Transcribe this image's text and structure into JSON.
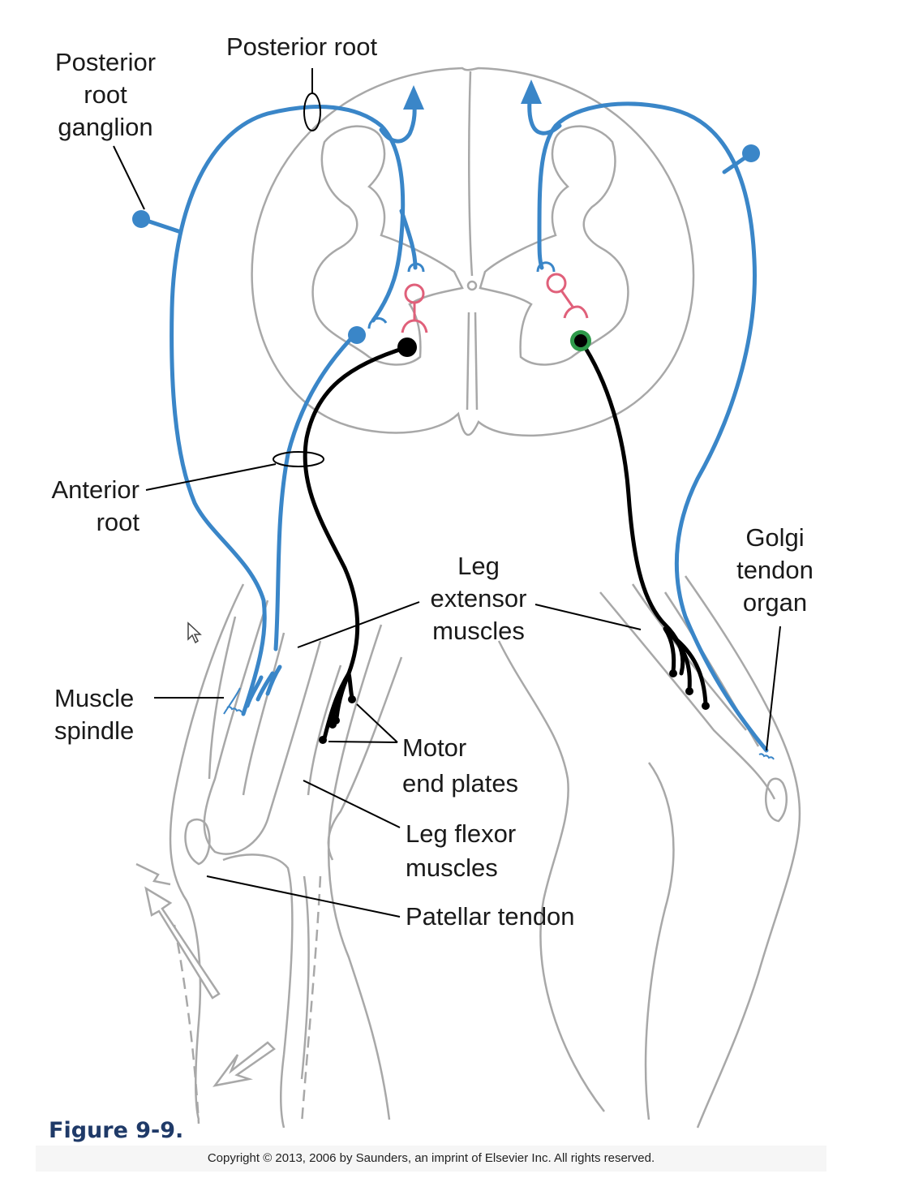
{
  "labels": {
    "posterior_root": "Posterior root",
    "posterior_root_ganglion": [
      "Posterior",
      "root",
      "ganglion"
    ],
    "anterior_root": [
      "Anterior",
      "root"
    ],
    "leg_extensor_muscles": [
      "Leg",
      "extensor",
      "muscles"
    ],
    "golgi_tendon_organ": [
      "Golgi",
      "tendon",
      "organ"
    ],
    "muscle_spindle": [
      "Muscle",
      "spindle"
    ],
    "motor_end_plates": [
      "Motor",
      "end plates"
    ],
    "leg_flexor_muscles": [
      "Leg flexor",
      "muscles"
    ],
    "patellar_tendon": "Patellar tendon"
  },
  "caption": "Figure 9-9.",
  "copyright": "Copyright © 2013, 2006 by Saunders, an imprint of Elsevier Inc. All rights reserved.",
  "colors": {
    "sensory_neuron": "#3a86c8",
    "motor_neuron": "#000000",
    "interneuron": "#e0607a",
    "inhibitory_marker": "#2e9a4a",
    "anatomy_outline": "#a8a8a8",
    "caption": "#1f3a68"
  }
}
